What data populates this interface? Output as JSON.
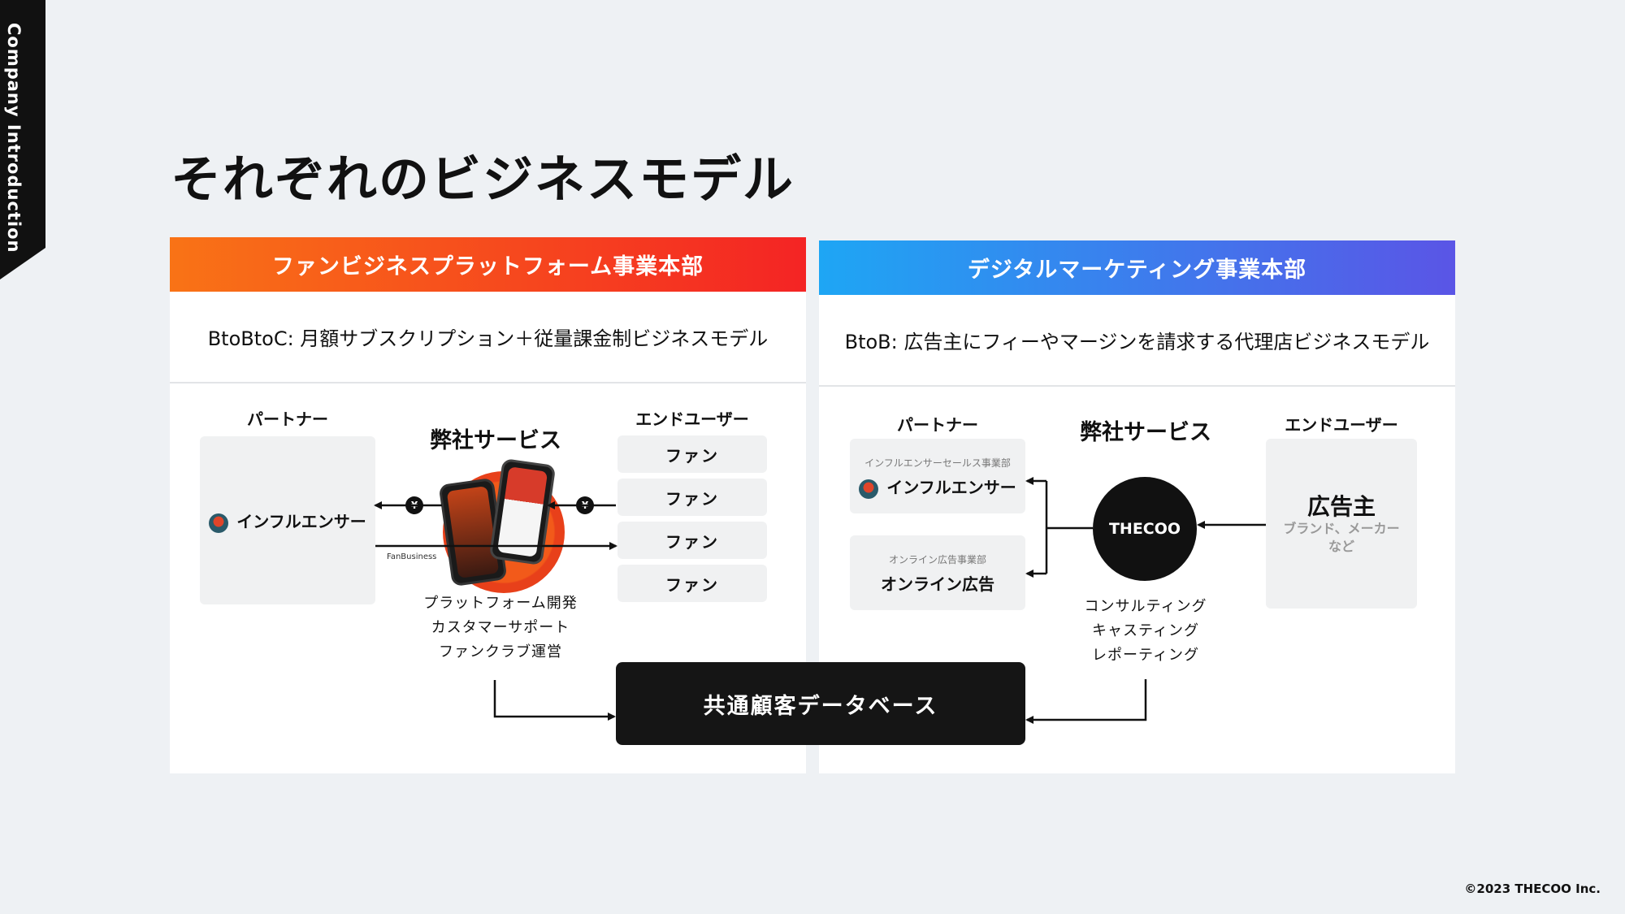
{
  "side_tab": "Company Introduction",
  "page_title": "それぞれのビジネスモデル",
  "footer": "©2023 THECOO Inc.",
  "left_panel": {
    "header": "ファンビジネスプラットフォーム事業本部",
    "subtitle": "BtoBtoC: 月額サブスクリプション＋従量課金制ビジネスモデル",
    "partner_label": "パートナー",
    "service_label": "弊社サービス",
    "enduser_label": "エンドユーザー",
    "influencer": "インフルエンサー",
    "brand_caption": "FanBusiness",
    "yen": "¥",
    "fans": [
      "ファン",
      "ファン",
      "ファン",
      "ファン"
    ],
    "service_lines": [
      "プラットフォーム開発",
      "カスタマーサポート",
      "ファンクラブ運営"
    ]
  },
  "right_panel": {
    "header": "デジタルマーケティング事業本部",
    "subtitle": "BtoB: 広告主にフィーやマージンを請求する代理店ビジネスモデル",
    "partner_label": "パートナー",
    "service_label": "弊社サービス",
    "enduser_label": "エンドユーザー",
    "influencer_dept": "インフルエンサーセールス事業部",
    "influencer": "インフルエンサー",
    "online_dept": "オンライン広告事業部",
    "online": "オンライン広告",
    "company": "THECOO",
    "advertiser": "広告主",
    "advertiser_sub1": "ブランド、メーカー",
    "advertiser_sub2": "など",
    "service_lines": [
      "コンサルティング",
      "キャスティング",
      "レポーティング"
    ]
  },
  "database": "共通顧客データベース",
  "colors": {
    "left_header_start": "#f97316",
    "left_header_end": "#f42424",
    "right_header_start": "#1ea6f4",
    "right_header_end": "#5a55e6"
  }
}
